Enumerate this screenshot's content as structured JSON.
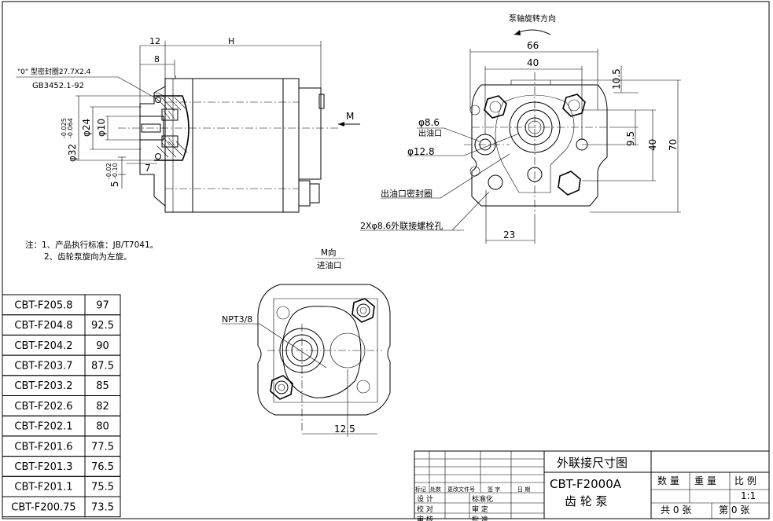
{
  "rotation_label": "泵轴旋转方向",
  "side_view": {
    "dims": {
      "d12": "12",
      "d8": "8",
      "H": "H",
      "d7": "7",
      "d5": "5",
      "d002": "-0.02",
      "d010": "-0.10"
    },
    "oring_label": "\"0\" 型密封圈27.7X2.4",
    "standard_label": "GB3452.1-92",
    "phi32_label": "φ32",
    "phi32_tol_upper": "-0.025",
    "phi32_tol_lower": "-0.064",
    "phi24_label": "φ24",
    "phi10_label": "φ10",
    "m_arrow_label": "M"
  },
  "front_view": {
    "dims": {
      "d66": "66",
      "d40": "40",
      "d105": "10.5",
      "d95": "9.5",
      "d40v": "40",
      "d70": "70",
      "d23": "23"
    },
    "phi86_label": "φ8.6",
    "outlet_label": "出油口",
    "phi128_label": "φ12.8",
    "outlet_seal_label": "出油口密封圈",
    "bolt_hole_label": "2Xφ8.6外联接螺栓孔"
  },
  "notes": {
    "line1": "注：1、产品执行标准：JB/T7041。",
    "line2": "2、齿轮泵旋向为左旋。"
  },
  "m_view": {
    "title": "M向",
    "subtitle": "进油口",
    "npt_label": "NPT3/8",
    "dim_125": "12.5"
  },
  "model_table": [
    {
      "model": "CBT-F205.8",
      "h": "97"
    },
    {
      "model": "CBT-F204.8",
      "h": "92.5"
    },
    {
      "model": "CBT-F204.2",
      "h": "90"
    },
    {
      "model": "CBT-F203.7",
      "h": "87.5"
    },
    {
      "model": "CBT-F203.2",
      "h": "85"
    },
    {
      "model": "CBT-F202.6",
      "h": "82"
    },
    {
      "model": "CBT-F202.1",
      "h": "80"
    },
    {
      "model": "CBT-F201.6",
      "h": "77.5"
    },
    {
      "model": "CBT-F201.3",
      "h": "76.5"
    },
    {
      "model": "CBT-F201.1",
      "h": "75.5"
    },
    {
      "model": "CBT-F200.75",
      "h": "73.5"
    }
  ],
  "title_block": {
    "drawing_title": "外联接尺寸图",
    "model": "CBT-F2000A",
    "name": "齿 轮 泵",
    "rev_headers": [
      "标记",
      "处数",
      "更改文件号",
      "签 字",
      "日 期"
    ],
    "design": "设 计",
    "check": "校 对",
    "review": "审 核",
    "standardize": "标准化",
    "audit": "审 定",
    "approve": "批 准",
    "qty_label": "数 量",
    "weight_label": "重 量",
    "scale_label": "比 例",
    "scale_value": "1:1",
    "total_sheets": "共 0 张",
    "sheet_no": "第 0 张"
  }
}
